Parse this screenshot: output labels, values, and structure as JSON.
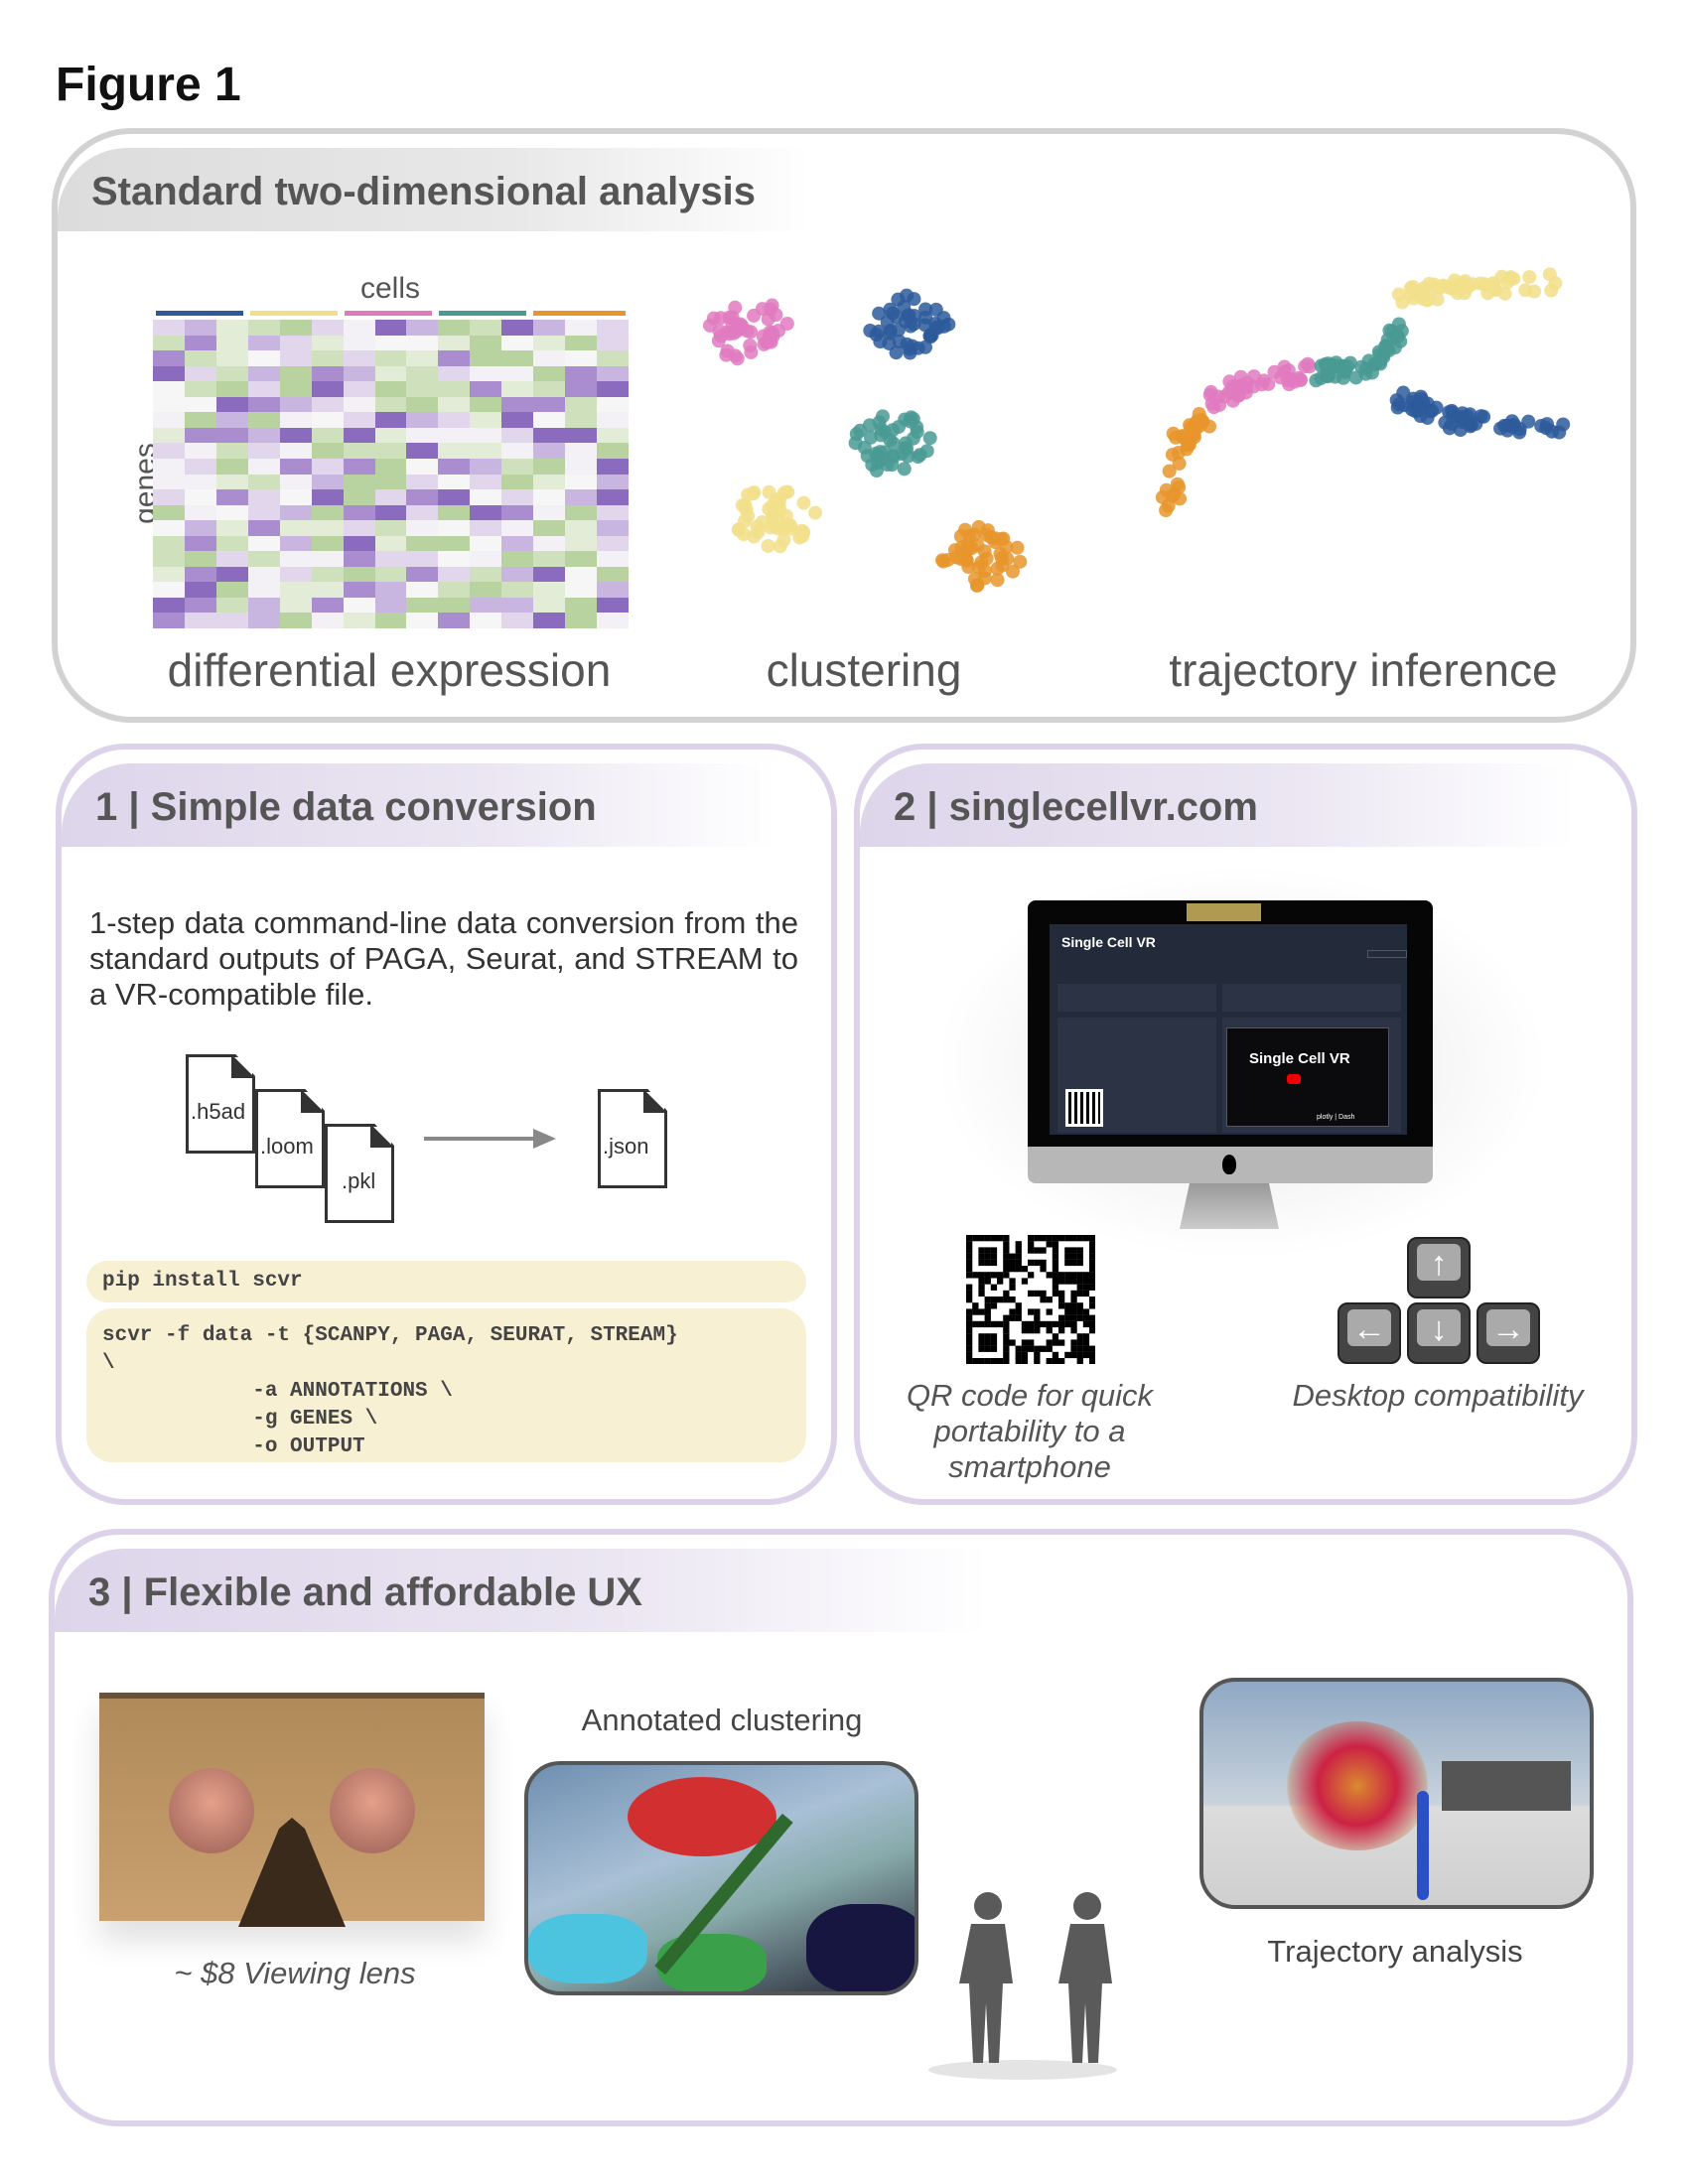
{
  "figure_title": "Figure 1",
  "standard_panel": {
    "header": "Standard two-dimensional analysis",
    "heatmap": {
      "x_label": "cells",
      "y_label": "genes",
      "caption": "differential expression"
    },
    "clustering_caption": "clustering",
    "trajectory_caption": "trajectory inference",
    "colors": {
      "blue": "#2d5a9b",
      "yellow": "#f2df8a",
      "pink": "#e07ac0",
      "teal": "#4a9a94",
      "orange": "#e8952c"
    }
  },
  "panel1": {
    "header": "1 | Simple data conversion",
    "description": "1-step data command-line data conversion  from the standard outputs of PAGA, Seurat, and STREAM to a VR-compatible file.",
    "input_files": [
      ".h5ad",
      ".loom",
      ".pkl"
    ],
    "output_file": ".json",
    "install_command": "pip install scvr",
    "usage_command": "scvr -f data -t {SCANPY, PAGA, SEURAT, STREAM}\n\\\n            -a ANNOTATIONS \\\n            -g GENES \\\n            -o OUTPUT"
  },
  "panel2": {
    "header": "2 | singlecellvr.com",
    "screen_logo": "Single Cell VR",
    "video_logo": "Single Cell VR",
    "plotly_label": "plotly | Dash",
    "qr_caption": "QR code for quick portability to a smartphone",
    "desktop_caption": "Desktop compatibility",
    "arrow_keys": [
      "up-arrow-key",
      "left-arrow-key",
      "down-arrow-key",
      "right-arrow-key"
    ]
  },
  "panel3": {
    "header": "3 | Flexible and affordable UX",
    "lens_caption": "~ $8 Viewing lens",
    "clustering_label": "Annotated clustering",
    "trajectory_label": "Trajectory analysis"
  }
}
